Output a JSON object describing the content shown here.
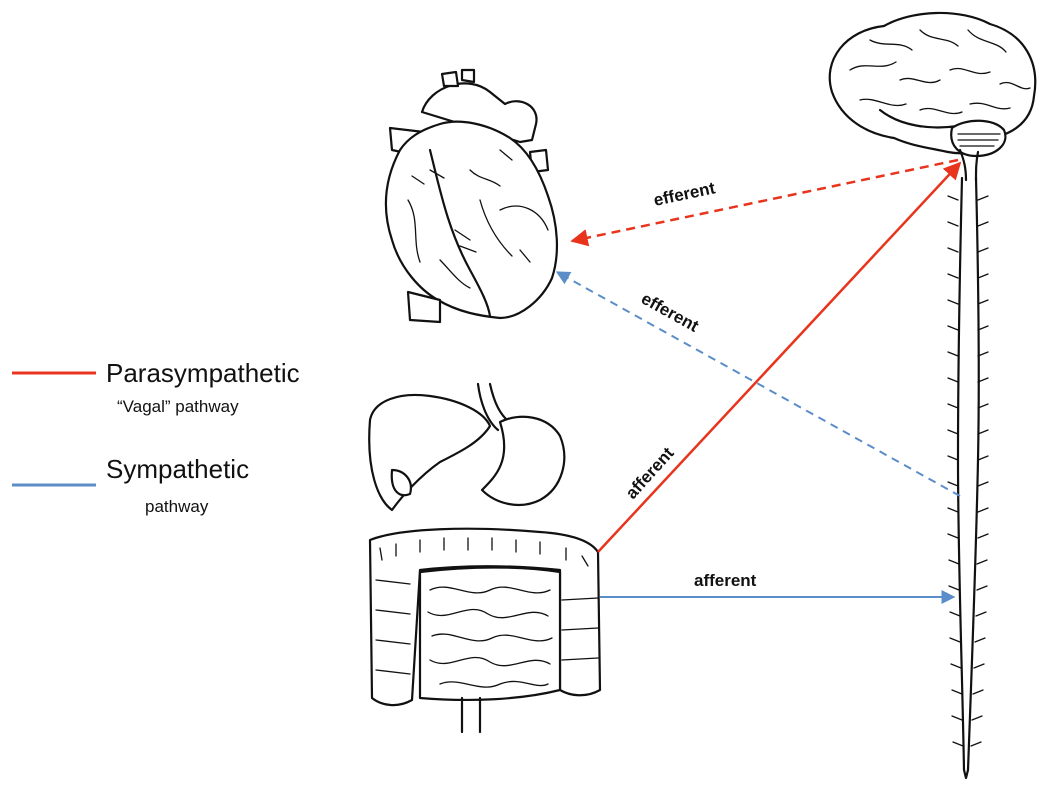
{
  "legend": {
    "parasympathetic": {
      "title": "Parasympathetic",
      "subtitle": "“Vagal” pathway",
      "color": "#e8341c"
    },
    "sympathetic": {
      "title": "Sympathetic",
      "subtitle": "pathway",
      "color": "#5b8dc8"
    }
  },
  "labels": {
    "efferent_parasympathetic": "efferent",
    "efferent_sympathetic": "efferent",
    "afferent_parasympathetic": "afferent",
    "afferent_sympathetic": "afferent"
  },
  "organs": {
    "heart": "heart-drawing",
    "digestive": "digestive-system-drawing",
    "brain": "brain-drawing",
    "spinal_cord": "spinal-cord-drawing"
  }
}
